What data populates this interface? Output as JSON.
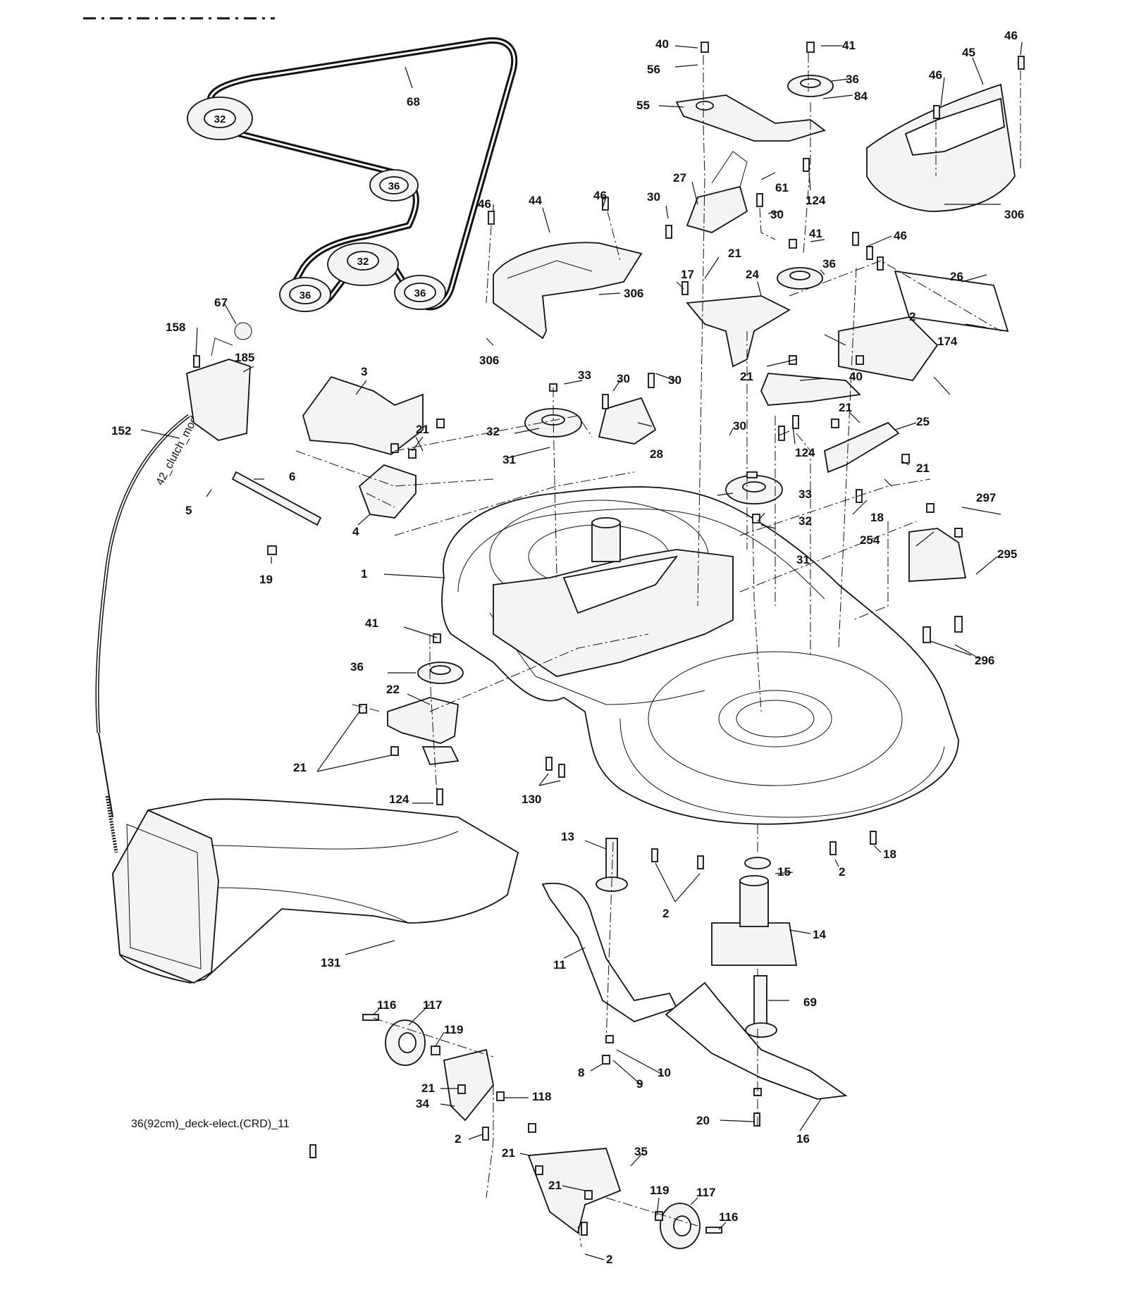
{
  "caption": "36(92cm)_deck-elect.(CRD)_11",
  "cable_text": "42_clutch_mod_7",
  "belt_pulley_labels": [
    "32",
    "36",
    "32",
    "36",
    "36"
  ],
  "callouts": [
    "40",
    "56",
    "41",
    "36",
    "46",
    "45",
    "46",
    "55",
    "84",
    "68",
    "27",
    "61",
    "124",
    "306",
    "30",
    "30",
    "46",
    "44",
    "46",
    "41",
    "46",
    "17",
    "21",
    "36",
    "24",
    "26",
    "306",
    "2",
    "306",
    "67",
    "158",
    "185",
    "3",
    "33",
    "30",
    "30",
    "21",
    "40",
    "174",
    "152",
    "21",
    "32",
    "28",
    "30",
    "21",
    "31",
    "6",
    "124",
    "25",
    "21",
    "5",
    "4",
    "33",
    "297",
    "18",
    "32",
    "254",
    "31",
    "19",
    "295",
    "1",
    "41",
    "296",
    "36",
    "22",
    "21",
    "124",
    "130",
    "13",
    "18",
    "15",
    "2",
    "2",
    "14",
    "11",
    "131",
    "69",
    "116",
    "117",
    "119",
    "10",
    "8",
    "9",
    "21",
    "118",
    "34",
    "20",
    "16",
    "2",
    "21",
    "35",
    "21",
    "119",
    "117",
    "116",
    "2"
  ]
}
